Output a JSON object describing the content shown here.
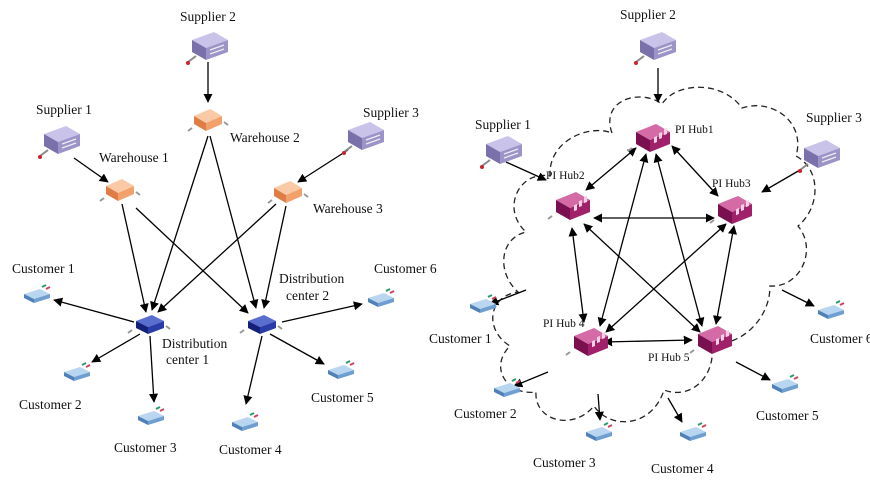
{
  "left": {
    "suppliers": [
      "Supplier 1",
      "Supplier 2",
      "Supplier 3"
    ],
    "warehouses": [
      "Warehouse 1",
      "Warehouse 2",
      "Warehouse 3"
    ],
    "distribution_centers": [
      {
        "line1": "Distribution",
        "line2": "center 1"
      },
      {
        "line1": "Distribution",
        "line2": "center 2"
      }
    ],
    "customers": [
      "Customer 1",
      "Customer 2",
      "Customer 3",
      "Customer 4",
      "Customer 5",
      "Customer 6"
    ]
  },
  "right": {
    "suppliers": [
      "Supplier 1",
      "Supplier 2",
      "Supplier 3"
    ],
    "hubs": [
      "PI Hub1",
      "PI Hub2",
      "PI Hub3",
      "PI Hub 4",
      "PI Hub 5"
    ],
    "customers": [
      "Customer 1",
      "Customer 2",
      "Customer 3",
      "Customer 4",
      "Customer 5",
      "Customer 6"
    ]
  },
  "colors": {
    "supplier": "#8a82b8",
    "warehouse": "#f0a070",
    "distribution_center": "#1f2f9a",
    "pi_hub": "#a0206a",
    "customer": "#6fa0d0"
  }
}
